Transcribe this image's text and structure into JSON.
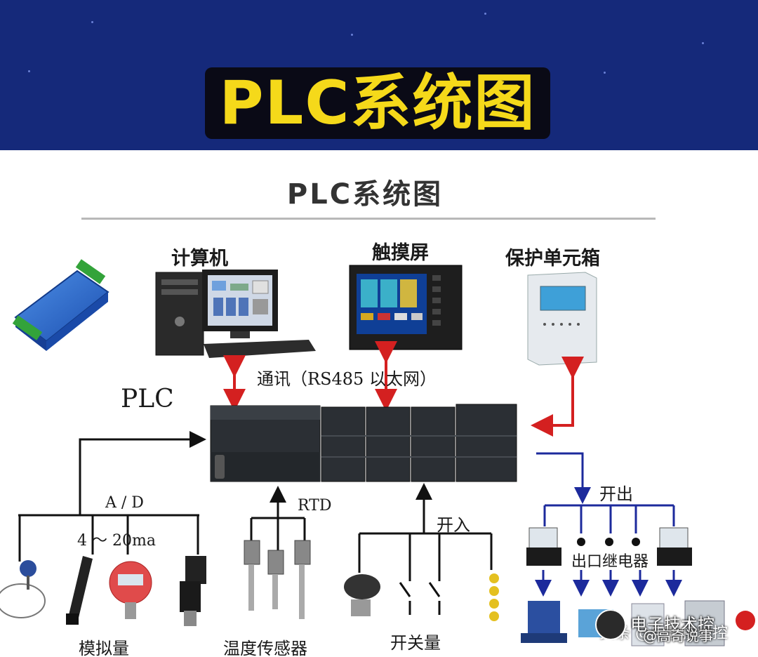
{
  "banner": {
    "title": "PLC系统图"
  },
  "diagram": {
    "subtitle": "PLC系统图",
    "devices": {
      "computer": "计算机",
      "touchscreen": "触摸屏",
      "protection_box": "保护单元箱",
      "plc": "PLC"
    },
    "comm_label": "通讯（RS485 以太网）",
    "analog": {
      "ad_label": "A / D",
      "range_label": "4 ～ 20ma",
      "caption": "模拟量"
    },
    "temperature": {
      "rtd_label": "RTD",
      "caption": "温度传感器"
    },
    "switch": {
      "input_label": "开入",
      "caption": "开关量"
    },
    "output": {
      "output_label": "开出",
      "relay_label": "出口继电器",
      "bottom_caption": "头条 @电子技术控"
    },
    "colors": {
      "banner_bg": "#15297a",
      "title_yellow": "#f5d91a",
      "arrow_red": "#d42020",
      "arrow_blue": "#1c2a9c"
    }
  },
  "watermark": {
    "line1": "电子技术控",
    "line2": "@高奇说事"
  }
}
